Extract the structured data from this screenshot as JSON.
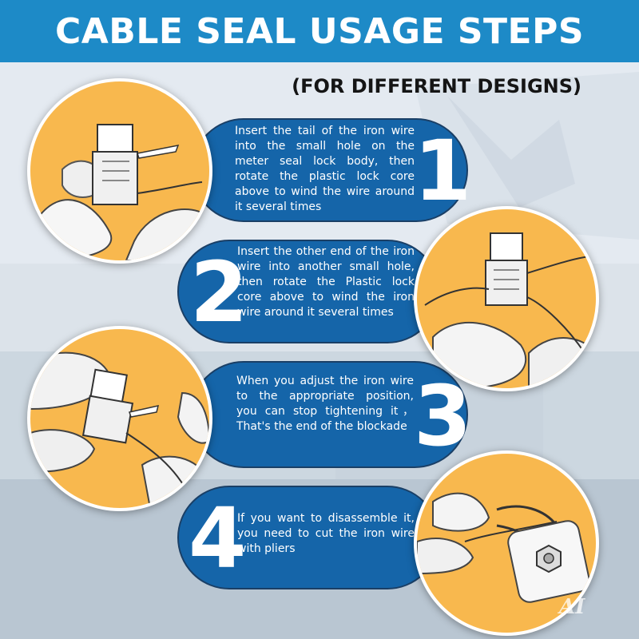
{
  "header": {
    "title": "CABLE SEAL USAGE STEPS"
  },
  "subtitle": "(FOR DIFFERENT DESIGNS)",
  "steps": [
    {
      "number": "1",
      "text": "Insert the tail of the iron wire into the small hole on the meter seal lock body, then rotate the plastic lock core above to wind the wire around it several times"
    },
    {
      "number": "2",
      "text": "Insert the other end of the iron  wire into another small hole, then rotate the Plastic lock core above to wind the iron wire around it several times"
    },
    {
      "number": "3",
      "text": "When you adjust the iron wire to the appropriate position, you can stop tightening it，That's the end of the blockade"
    },
    {
      "number": "4",
      "text": "If you want to disassemble it, you need to cut the iron wire with pliers"
    }
  ],
  "photos": [
    {
      "icon": "cable-seal-hand-photo-icon"
    },
    {
      "icon": "cable-seal-wire-photo-icon"
    },
    {
      "icon": "cable-seal-tighten-photo-icon"
    },
    {
      "icon": "pliers-cut-photo-icon"
    }
  ],
  "watermark": "AI",
  "colors": {
    "header_bg": "#1d8ac7",
    "pill_bg": "#1565a9",
    "pill_border": "#1a3f66",
    "photo_bg": "#f8b84e",
    "text": "#ffffff"
  }
}
